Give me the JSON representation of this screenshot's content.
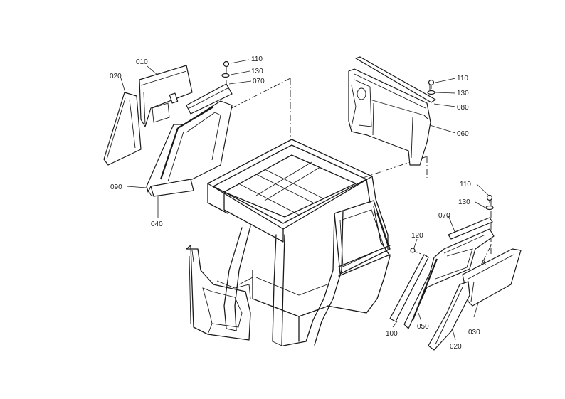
{
  "labels": {
    "p010": "010",
    "p020_left": "020",
    "p110_a": "110",
    "p130_a": "130",
    "p070_a": "070",
    "p090": "090",
    "p040": "040",
    "p110_b": "110",
    "p130_b": "130",
    "p080": "080",
    "p060": "060",
    "p110_c": "110",
    "p130_c": "130",
    "p070_b": "070",
    "p120": "120",
    "p100": "100",
    "p050": "050",
    "p030": "030",
    "p020_right": "020",
    "ref_a": "A"
  }
}
